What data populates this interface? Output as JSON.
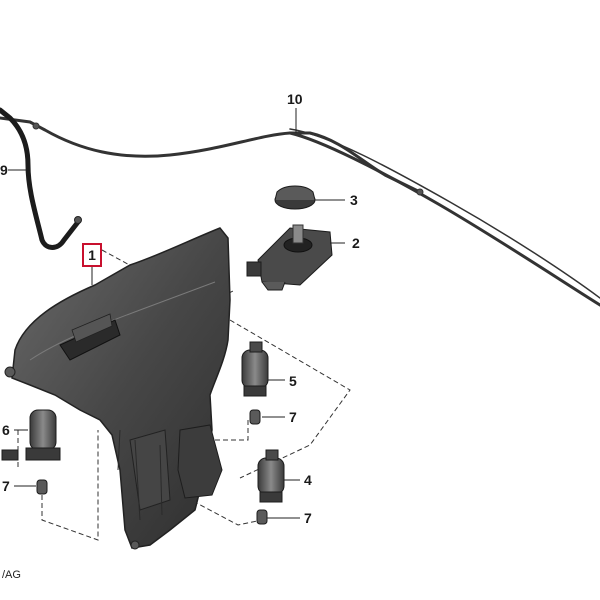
{
  "diagram": {
    "callouts": {
      "c1": "1",
      "c2": "2",
      "c3": "3",
      "c4": "4",
      "c5": "5",
      "c6": "6",
      "c7a": "7",
      "c7b": "7",
      "c7c": "7",
      "c9": "9",
      "c10": "10"
    },
    "copyright": "/AG",
    "colors": {
      "highlight_box": "#c8102e",
      "part_fill": "#4a4a4a",
      "line": "#2a2a2a"
    }
  }
}
